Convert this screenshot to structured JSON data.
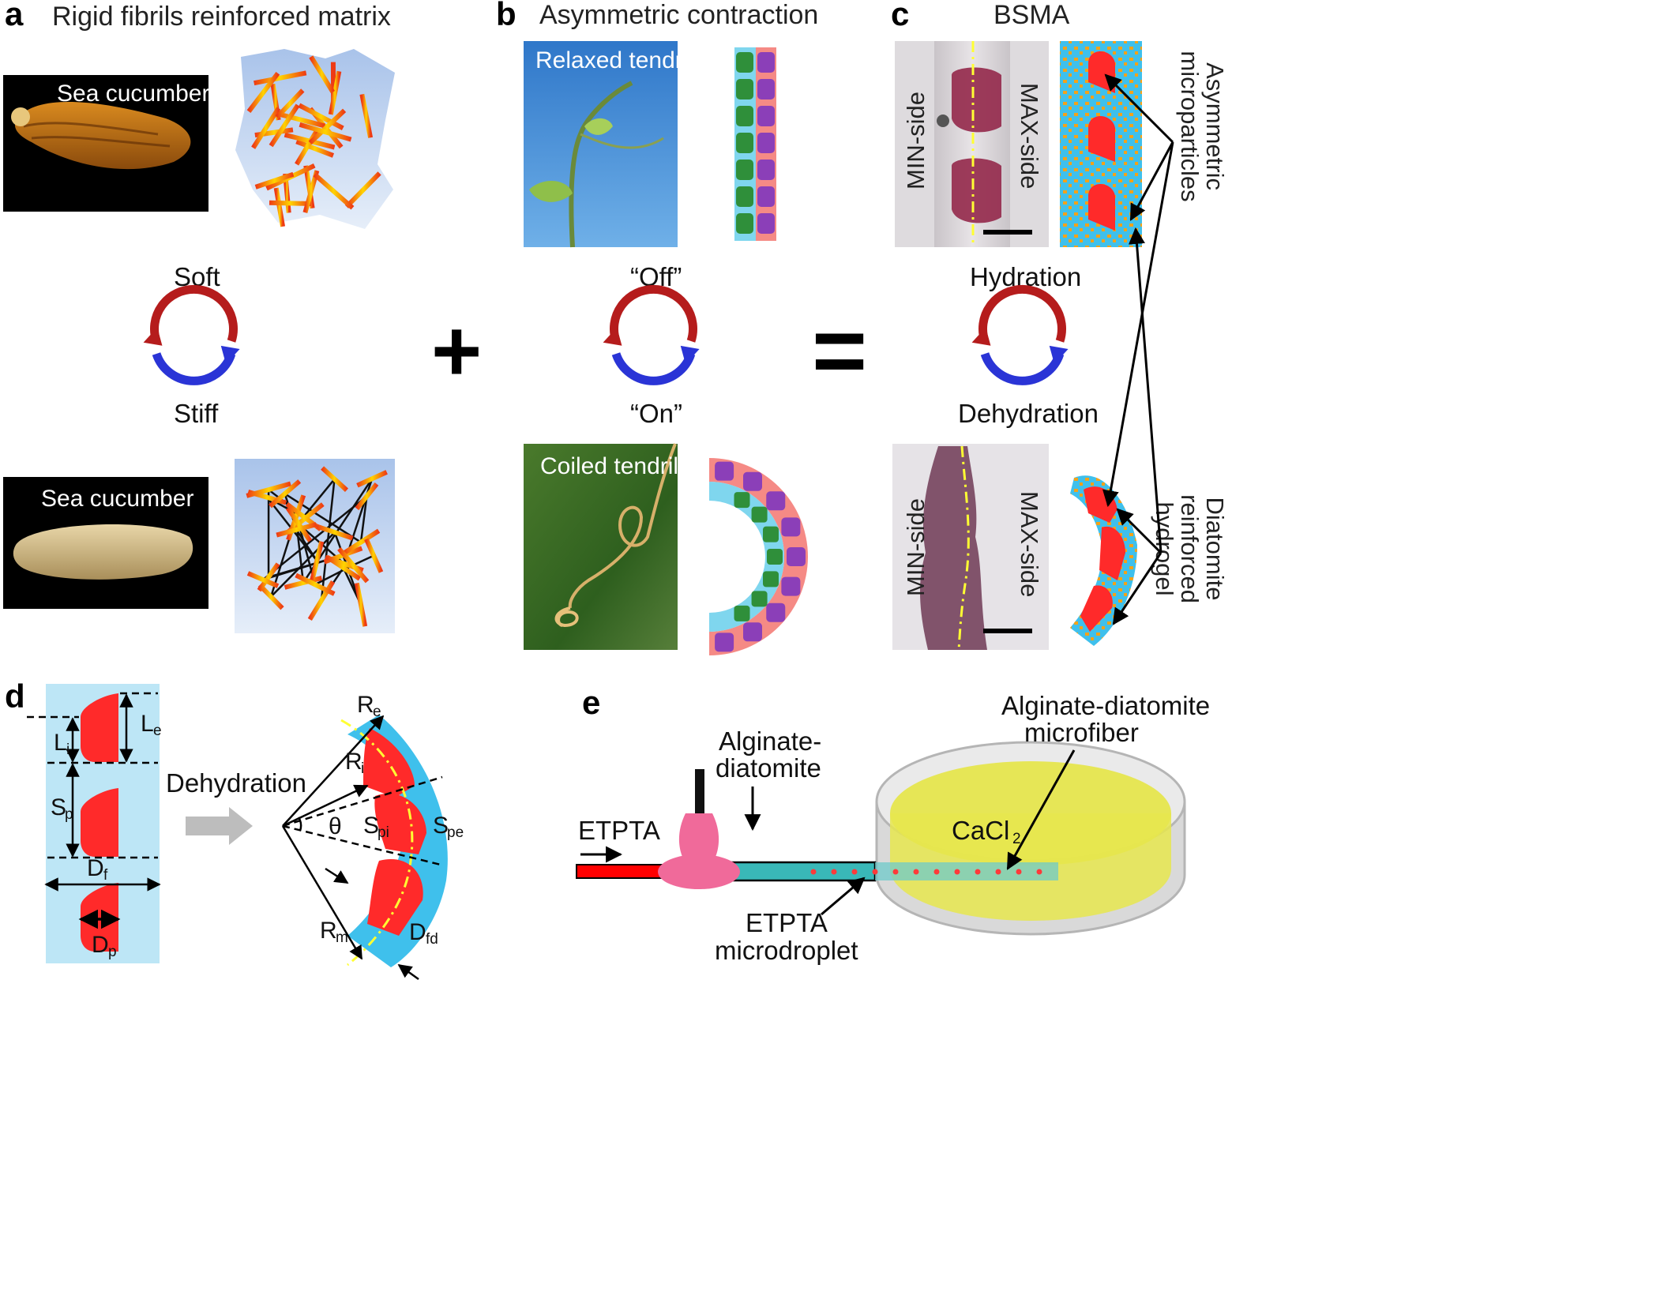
{
  "panels": {
    "a": {
      "letter": "a",
      "title": "Rigid fibrils reinforced matrix",
      "photo_label_top": "Sea cucumber",
      "photo_label_bottom": "Sea cucumber",
      "cycle_top": "Soft",
      "cycle_bottom": "Stiff"
    },
    "plus": "+",
    "b": {
      "letter": "b",
      "title": "Asymmetric contraction",
      "photo_label_top": "Relaxed tendril",
      "photo_label_bottom": "Coiled tendril",
      "cycle_top": "“Off”",
      "cycle_bottom": "“On”"
    },
    "equals": "=",
    "c": {
      "letter": "c",
      "title": "BSMA",
      "min_side": "MIN-side",
      "max_side": "MAX-side",
      "cycle_top": "Hydration",
      "cycle_bottom": "Dehydration",
      "annotation_top_line1": "Asymmetric",
      "annotation_top_line2": "microparticles",
      "annotation_bottom_line1": "Diatomite",
      "annotation_bottom_line2": "reinforced",
      "annotation_bottom_line3": "hydrogel"
    },
    "d": {
      "letter": "d",
      "arrow_label": "Dehydration",
      "L": "L",
      "L_i_sub": "i",
      "L_e_sub": "e",
      "S": "S",
      "S_p_sub": "p",
      "D": "D",
      "D_f_sub": "f",
      "D_p_sub": "p",
      "R": "R",
      "R_e_sub": "e",
      "R_i_sub": "i",
      "R_m_sub": "m",
      "theta": "θ",
      "S_pi_sub": "pi",
      "S_pe_sub": "pe",
      "D_fd_sub": "fd"
    },
    "e": {
      "letter": "e",
      "etpta": "ETPTA",
      "alginate_line1": "Alginate-",
      "alginate_line2": "diatomite",
      "fiber_line1": "Alginate-diatomite",
      "fiber_line2": "microfiber",
      "cacl_main": "CaCl",
      "cacl_sub": "2",
      "droplet_line1": "ETPTA",
      "droplet_line2": "microdroplet"
    }
  },
  "colors": {
    "particle_red": "#ff2a2a",
    "hydrogel_blue": "#3fc0ec",
    "pale_blue": "#bde6f6",
    "arrow_red": "#b51c1c",
    "arrow_blue": "#2a34d6",
    "bath_yellow": "#e6e64e",
    "nozzle_pink": "#f06a9a",
    "channel_teal": "#39b8b8"
  }
}
